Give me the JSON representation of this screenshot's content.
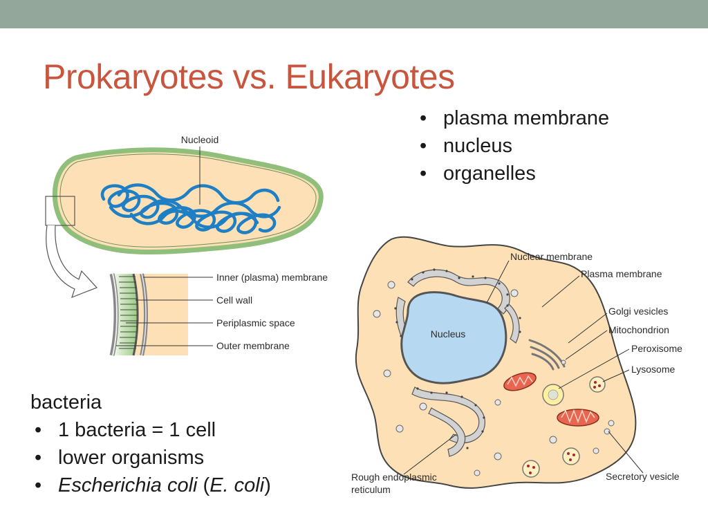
{
  "title": "Prokaryotes vs. Eukaryotes",
  "eukaryote_bullets": [
    "plasma membrane",
    "nucleus",
    "organelles"
  ],
  "prokaryote": {
    "heading": "bacteria",
    "bullets": [
      "1 bacteria = 1 cell",
      "lower organisms"
    ],
    "ecoli": {
      "genus": "Escherichia coli",
      "open": " (",
      "abbr": "E. coli",
      "close": ")"
    }
  },
  "prokaryote_figure": {
    "nucleoid": "Nucleoid",
    "inner_membrane": "Inner (plasma) membrane",
    "cell_wall": "Cell wall",
    "periplasmic_space": "Periplasmic space",
    "outer_membrane": "Outer membrane"
  },
  "eukaryote_figure": {
    "nucleus": "Nucleus",
    "nuclear_membrane": "Nuclear membrane",
    "plasma_membrane": "Plasma membrane",
    "golgi_vesicles": "Golgi vesicles",
    "mitochondrion": "Mitochondrion",
    "peroxisome": "Peroxisome",
    "lysosome": "Lysosome",
    "secretory_vesicle": "Secretory vesicle",
    "rough_er_line1": "Rough endoplasmic",
    "rough_er_line2": "reticulum"
  },
  "colors": {
    "title": "#c8553d",
    "topbar": "#94a79b",
    "cytoplasm": "#fde0b6",
    "nucleoid_dna": "#1f7fc4",
    "cell_envelope": "#8fbf7a",
    "nucleus_fill": "#b6d8f0",
    "mitochondrion": "#e8664f"
  }
}
